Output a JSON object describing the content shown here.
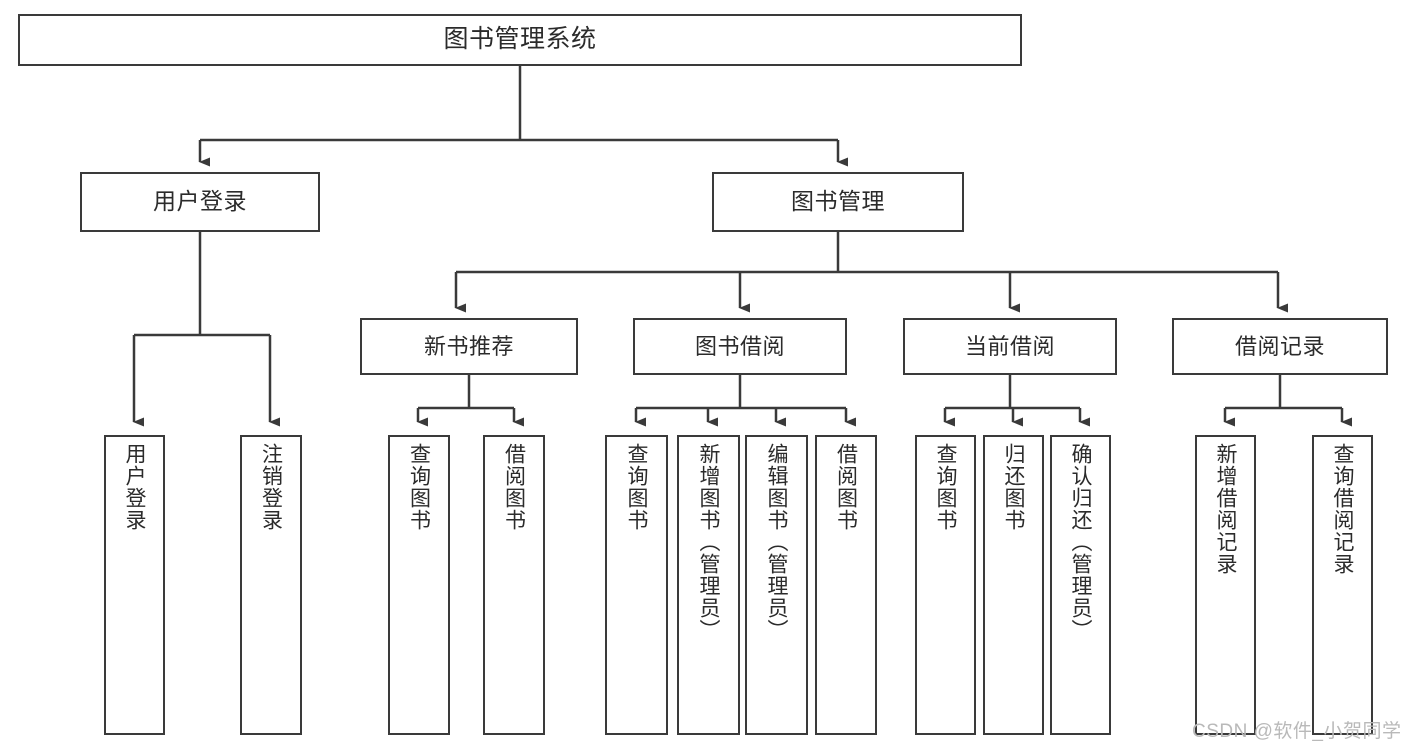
{
  "diagram": {
    "title": "图书管理系统",
    "type": "tree-hierarchy",
    "root": {
      "label": "图书管理系统"
    },
    "level1": [
      {
        "label": "用户登录"
      },
      {
        "label": "图书管理"
      }
    ],
    "level2": [
      {
        "label": "新书推荐"
      },
      {
        "label": "图书借阅"
      },
      {
        "label": "当前借阅"
      },
      {
        "label": "借阅记录"
      }
    ],
    "leaves": {
      "user_login": [
        {
          "label": "用户登录"
        },
        {
          "label": "注销登录"
        }
      ],
      "new_book_recommend": [
        {
          "label": "查询图书"
        },
        {
          "label": "借阅图书"
        }
      ],
      "book_borrow": [
        {
          "label": "查询图书"
        },
        {
          "label": "新增图书（管理员）"
        },
        {
          "label": "编辑图书（管理员）"
        },
        {
          "label": "借阅图书"
        }
      ],
      "current_borrow": [
        {
          "label": "查询图书"
        },
        {
          "label": "归还图书"
        },
        {
          "label": "确认归还（管理员）"
        }
      ],
      "borrow_record": [
        {
          "label": "新增借阅记录"
        },
        {
          "label": "查询借阅记录"
        }
      ]
    }
  },
  "watermark": {
    "text": "CSDN @软件_小贺同学"
  },
  "colors": {
    "border": "#3a3a3a",
    "text": "#2b2b2b",
    "background": "#ffffff",
    "watermark": "#b9b9b9"
  }
}
